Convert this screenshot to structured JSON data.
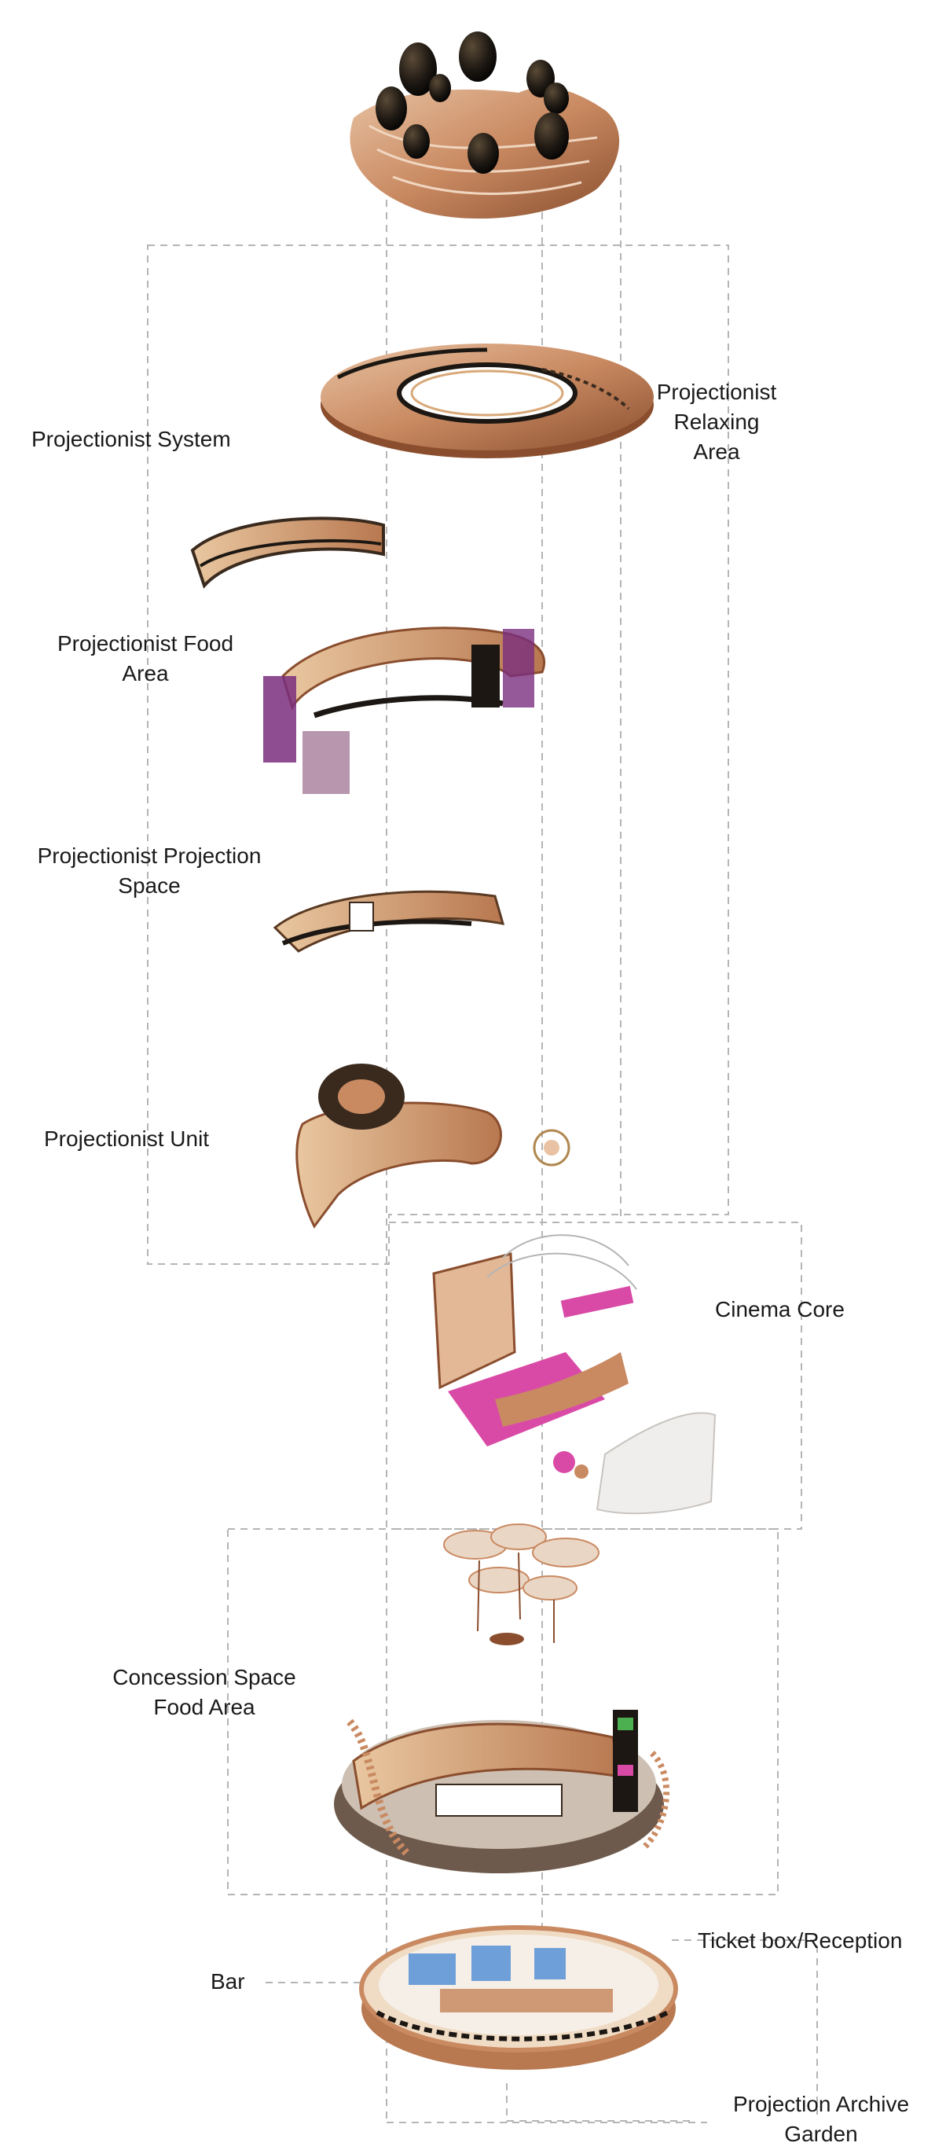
{
  "labels": {
    "projectionist_system": "Projectionist System",
    "projectionist_relaxing_area": [
      "Projectionist",
      "Relaxing",
      "Area"
    ],
    "projectionist_food_area": [
      "Projectionist Food",
      "Area"
    ],
    "projectionist_projection_space": [
      "Projectionist Projection",
      "Space"
    ],
    "projectionist_unit": "Projectionist Unit",
    "cinema_core": "Cinema Core",
    "concession_space_food_area": [
      "Concession Space",
      "Food Area"
    ],
    "ticket_box_reception": "Ticket box/Reception",
    "bar": "Bar",
    "projection_archive_garden": [
      "Projection Archive",
      "Garden"
    ]
  },
  "colors": {
    "copper": "#c98a62",
    "copper_dark": "#8a4e2e",
    "wood": "#d8a878",
    "magenta": "#d94aa6",
    "purple": "#7a2e7e",
    "black": "#1c1712",
    "sky_blue": "#6f9fd8",
    "dash": "#b5b5b5"
  }
}
